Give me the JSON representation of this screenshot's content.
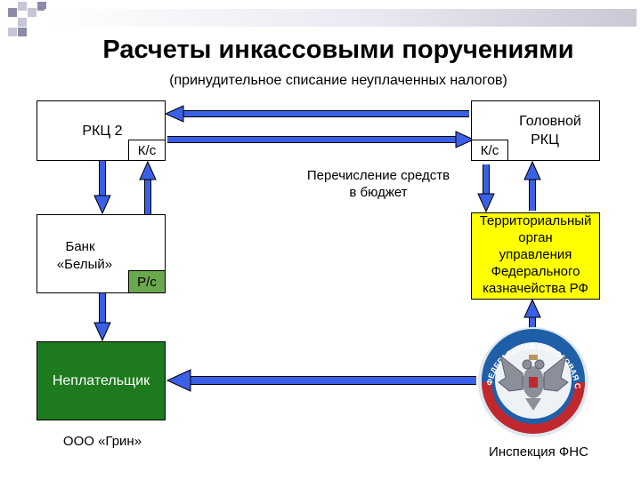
{
  "title": "Расчеты инкассовыми поручениями",
  "subtitle": "(принудительное списание неуплаченных налогов)",
  "nodes": {
    "rkc2": {
      "label": "РКЦ 2",
      "account": "К/с"
    },
    "head_rkc": {
      "label_line1": "Головной",
      "label_line2": "РКЦ",
      "account": "К/с"
    },
    "bank": {
      "label_line1": "Банк",
      "label_line2": "«Белый»",
      "account": "Р/с"
    },
    "treasury": {
      "lines": [
        "Территориальный",
        "орган",
        "управления",
        "Федерального",
        "казначейства РФ"
      ]
    },
    "payer": {
      "label": "Неплательщик",
      "caption": "ООО «Грин»"
    },
    "fns": {
      "caption": "Инспекция ФНС",
      "emblem_text": "ФЕДЕРАЛЬНАЯ НАЛОГОВАЯ СЛУЖБА"
    }
  },
  "transfer_note": {
    "line1": "Перечисление средств",
    "line2": "в бюджет"
  },
  "colors": {
    "arrow": "#3b5fe6",
    "payer_fill": "#1e7a1e",
    "treasury_fill": "#ffff00",
    "emblem_blue": "#1f5fa8",
    "emblem_red": "#c0282d"
  }
}
